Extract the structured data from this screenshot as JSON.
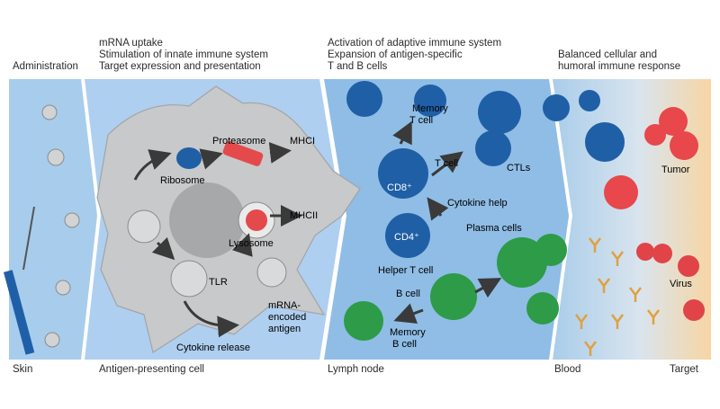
{
  "headers": {
    "col1": [
      "Administration"
    ],
    "col2": [
      "mRNA uptake",
      "Stimulation of innate immune system",
      "Target expression and presentation"
    ],
    "col3": [
      "Activation of adaptive immune system",
      "Expansion of antigen-specific",
      "T and B cells"
    ],
    "col4": [
      "Balanced cellular and",
      "humoral immune response"
    ]
  },
  "footers": {
    "skin": "Skin",
    "apc": "Antigen-presenting cell",
    "lymph": "Lymph node",
    "blood": "Blood",
    "target": "Target"
  },
  "labels": {
    "proteasome": "Proteasome",
    "mhci": "MHCI",
    "ribosome": "Ribosome",
    "mhcii": "MHCII",
    "lysosome": "Lysosome",
    "tlr": "TLR",
    "mrna_encoded_antigen": [
      "mRNA-",
      "encoded",
      "antigen"
    ],
    "cytokine_release": "Cytokine release",
    "memory_t_cell": [
      "Memory",
      "T cell"
    ],
    "t_cell": "T cell",
    "ctls": "CTLs",
    "cd8": "CD8⁺",
    "cytokine_help": "Cytokine help",
    "cd4": "CD4⁺",
    "plasma_cells": "Plasma cells",
    "helper_t_cell": "Helper T cell",
    "b_cell": "B cell",
    "memory_b_cell": [
      "Memory",
      "B cell"
    ],
    "tumor": "Tumor",
    "virus": "Virus"
  },
  "colors": {
    "panel_blue": "#9cc4e6",
    "panel_light": "#bfd8ee",
    "apc_gray": "#c9cacb",
    "nucleus_gray": "#a9aaab",
    "t_cell_blue": "#1f5fa6",
    "b_cell_green": "#2c9a45",
    "tumor_red": "#e8474b",
    "antibody_orange": "#e0a040",
    "target_gradient": "#f7d8a8"
  }
}
